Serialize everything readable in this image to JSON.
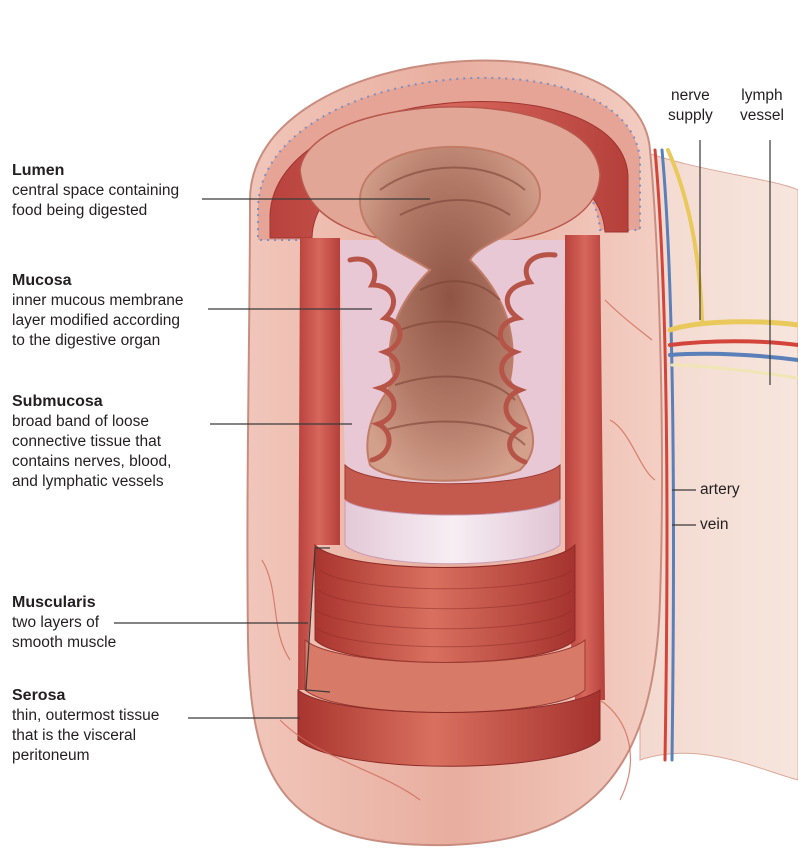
{
  "labels_left": [
    {
      "id": "lumen",
      "title": "Lumen",
      "lines": [
        "central space containing",
        "food being digested"
      ]
    },
    {
      "id": "mucosa",
      "title": "Mucosa",
      "lines": [
        "inner mucous membrane",
        "layer modified according",
        "to the digestive organ"
      ]
    },
    {
      "id": "submucosa",
      "title": "Submucosa",
      "lines": [
        "broad band of loose",
        "connective tissue that",
        "contains nerves, blood,",
        "and lymphatic vessels"
      ]
    },
    {
      "id": "muscularis",
      "title": "Muscularis",
      "lines": [
        "two layers of",
        "smooth muscle"
      ]
    },
    {
      "id": "serosa",
      "title": "Serosa",
      "lines": [
        "thin, outermost tissue",
        "that is the visceral",
        "peritoneum"
      ]
    }
  ],
  "labels_right": {
    "nerve": [
      "nerve",
      "supply"
    ],
    "lymph": [
      "lymph",
      "vessel"
    ],
    "artery": "artery",
    "vein": "vein"
  },
  "colors": {
    "outer_tissue": "#eab3a6",
    "muscle": "#c8504a",
    "mucosa": "#d98f86",
    "submucosa": "#efe3ec",
    "lumen": "#a86a5c",
    "nerve": "#e9c95c",
    "artery": "#d3453b",
    "vein": "#5b7fb8",
    "leader_line": "#3a3a3a"
  }
}
